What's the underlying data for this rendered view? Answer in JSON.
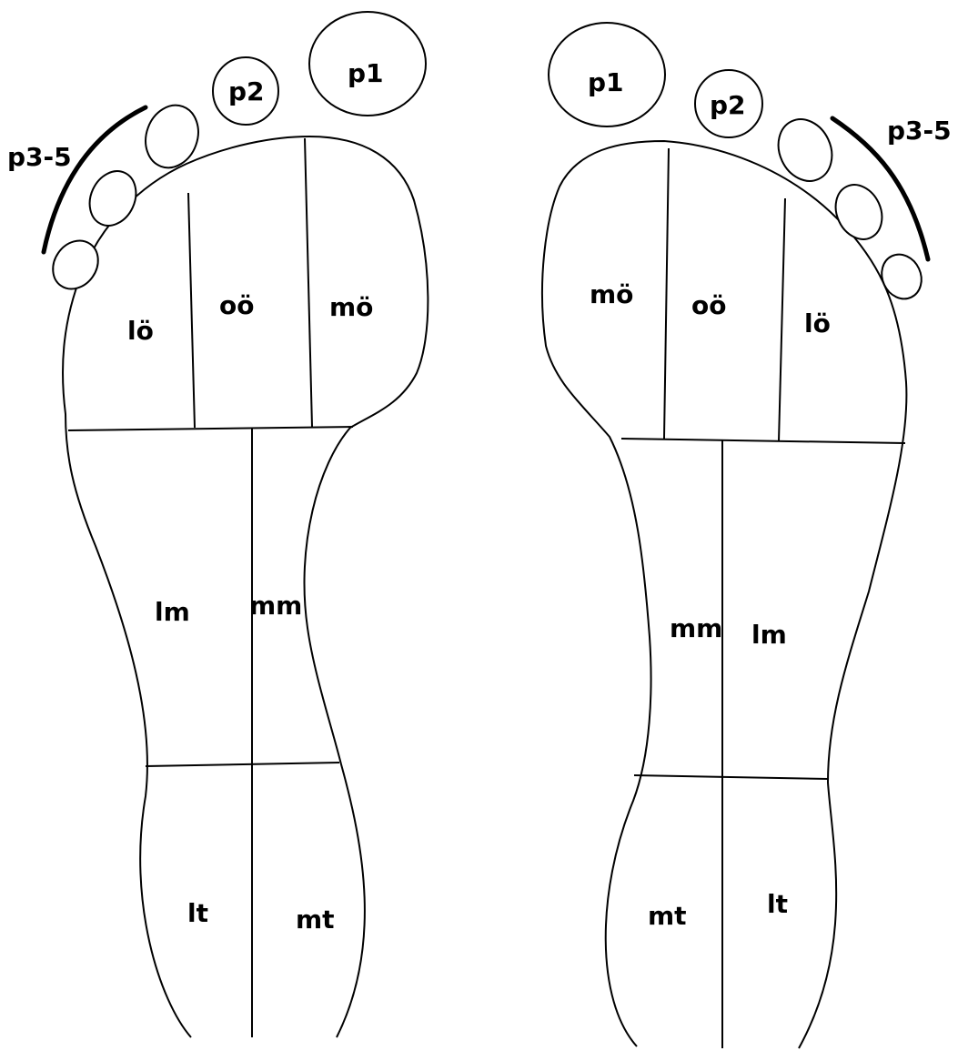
{
  "feet": {
    "left": {
      "toes": {
        "p1": "p1",
        "p2": "p2",
        "p3_5": "p3-5"
      },
      "forefoot": {
        "lateral": "lö",
        "central": "oö",
        "medial": "mö"
      },
      "midfoot": {
        "lateral": "lm",
        "medial": "mm"
      },
      "heel": {
        "lateral": "lt",
        "medial": "mt"
      }
    },
    "right": {
      "toes": {
        "p1": "p1",
        "p2": "p2",
        "p3_5": "p3-5"
      },
      "forefoot": {
        "medial": "mö",
        "central": "oö",
        "lateral": "lö"
      },
      "midfoot": {
        "medial": "mm",
        "lateral": "lm"
      },
      "heel": {
        "medial": "mt",
        "lateral": "lt"
      }
    }
  },
  "colors": {
    "line": "#000000",
    "background": "#ffffff"
  }
}
